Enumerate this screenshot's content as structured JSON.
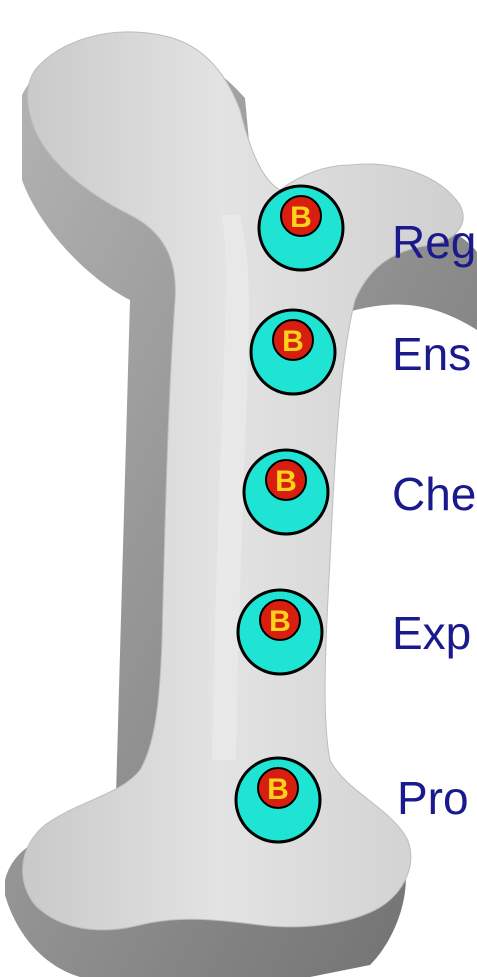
{
  "colors": {
    "bone_face": "#d9d9d9",
    "bone_side": "#8f8f8f",
    "outer_circle": "#1fe3d3",
    "inner_circle": "#d81f0f",
    "badge_letter": "#ffd21a",
    "label_text": "#1a1a8c"
  },
  "diagram": {
    "shape": "bone-icon",
    "items": [
      {
        "badge": "B",
        "label": "Reg"
      },
      {
        "badge": "B",
        "label": "Ens"
      },
      {
        "badge": "B",
        "label": "Che"
      },
      {
        "badge": "B",
        "label": "Exp"
      },
      {
        "badge": "B",
        "label": "Pro"
      }
    ]
  }
}
